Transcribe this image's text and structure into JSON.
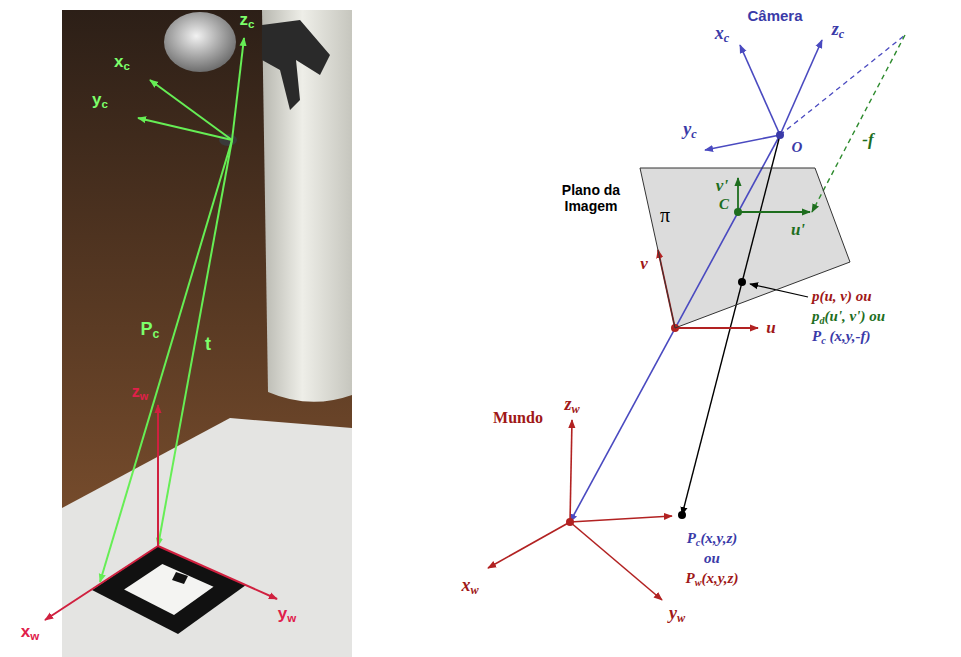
{
  "diagram": {
    "nodes": [
      {
        "text": [
          "Plano da Imagem",
          "π"
        ]
      }
    ],
    "labels": [
      "xc",
      "zc",
      "yc",
      "Pc",
      "t",
      "zw",
      "xw",
      "yw",
      "Câmera",
      "xc",
      "zc",
      "yc",
      "O",
      "-f",
      "v'",
      "C",
      "u'",
      "v",
      "u",
      "p(u, v) ou",
      "pd(u', v') ou",
      "Pc (x,y,-f)",
      "Mundo",
      "zw",
      "xw",
      "yw",
      "Pc(x,y,z)",
      "ou",
      "Pw(x,y,z)"
    ]
  }
}
